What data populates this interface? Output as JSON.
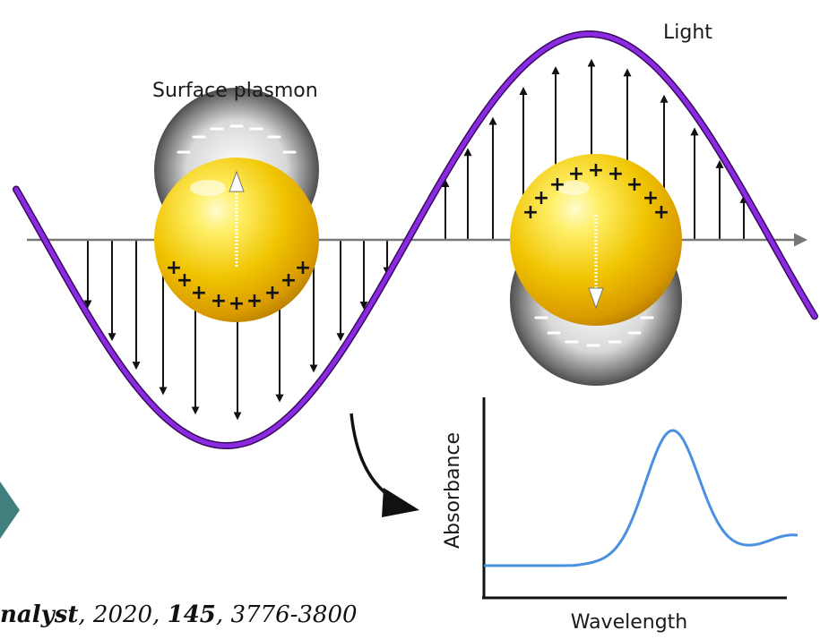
{
  "labels": {
    "light": "Light",
    "surface_plasmon": "Surface plasmon"
  },
  "inset_chart": {
    "xlabel": "Wavelength",
    "ylabel": "Absorbance"
  },
  "citation": {
    "journal": "nalyst",
    "year": "2020",
    "volume": "145",
    "pages": "3776-3800"
  },
  "colors": {
    "wave": "#8a2be2",
    "wave_outline": "#3a0a5e",
    "absorbance_curve": "#4a90e2",
    "gold": "#f2c200",
    "gold_light": "#fff27a",
    "electron_cloud": "#555555"
  }
}
